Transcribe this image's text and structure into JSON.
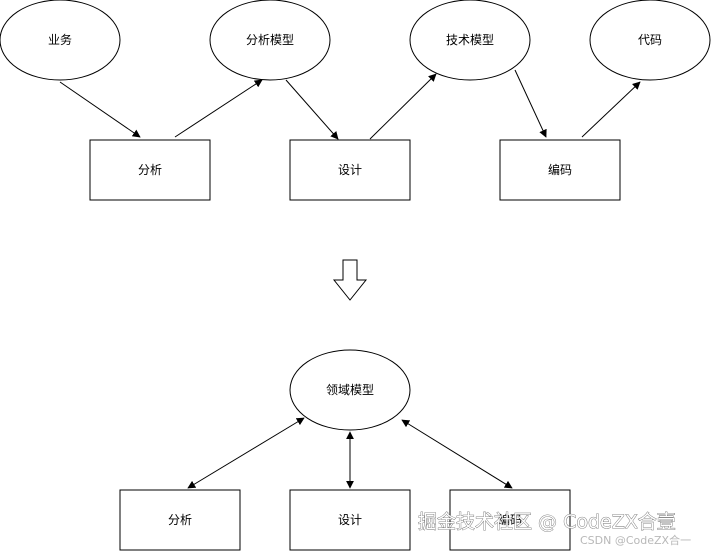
{
  "top_flow": {
    "ellipses": {
      "business": "业务",
      "analysis_model": "分析模型",
      "tech_model": "技术模型",
      "code": "代码"
    },
    "boxes": {
      "analysis": "分析",
      "design": "设计",
      "coding": "编码"
    }
  },
  "transition_arrow_icon": "down-arrow-icon",
  "bottom_flow": {
    "center": "领域模型",
    "boxes": {
      "analysis": "分析",
      "design": "设计",
      "coding": "编码"
    }
  },
  "watermark": {
    "main": "掘金技术社区 @ CodeZX合壹",
    "sub": "CSDN @CodeZX合一"
  },
  "colors": {
    "stroke": "#000000",
    "fill": "#ffffff"
  }
}
